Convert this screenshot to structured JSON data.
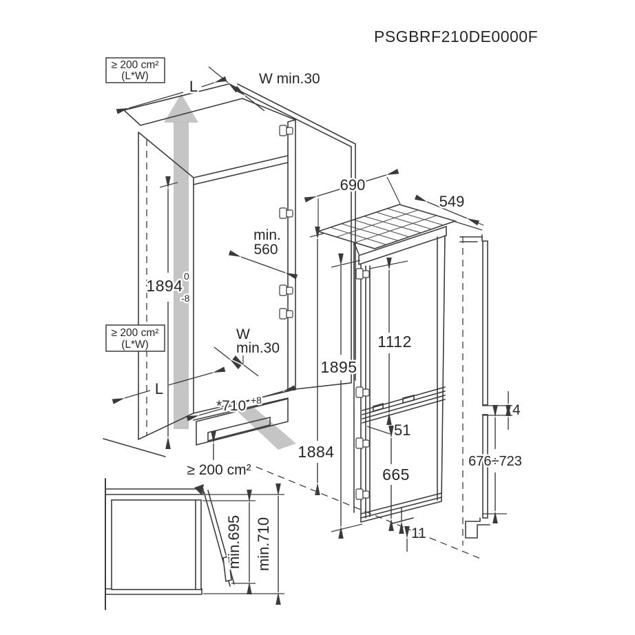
{
  "title": "PSGBRF210DE0000F",
  "cabinet_diagram": {
    "top_vent_box": {
      "line1": "≥ 200 cm²",
      "line2": "(L*W)"
    },
    "mid_vent_box": {
      "line1": "≥ 200 cm²",
      "line2": "(L*W)"
    },
    "bottom_vent_label": "≥ 200 cm²",
    "top_rear_clearance": "W min.30",
    "side_rear_clearance": {
      "line1": "W",
      "line2": "min.30"
    },
    "panel_length_top": "L",
    "panel_length_bottom": "L",
    "niche_height": {
      "value": "1894",
      "tol_plus": "0",
      "tol_minus": "-8"
    },
    "niche_depth": {
      "line1": "min.",
      "line2": "560"
    },
    "niche_width": {
      "value": "*710",
      "tol": "+8"
    }
  },
  "appliance_diagram": {
    "width": "690",
    "depth": "549",
    "height": "1895",
    "install_height": "1884",
    "upper_door_height": "1112",
    "divider_height": "51",
    "lower_door_height": "665",
    "bottom_clearance": "11"
  },
  "door_panel_diagram": {
    "panel_gap": "4",
    "lower_panel_height": "676÷723"
  },
  "top_view_diagram": {
    "min_depth": "min.695",
    "min_depth_with_door": "min.710"
  }
}
